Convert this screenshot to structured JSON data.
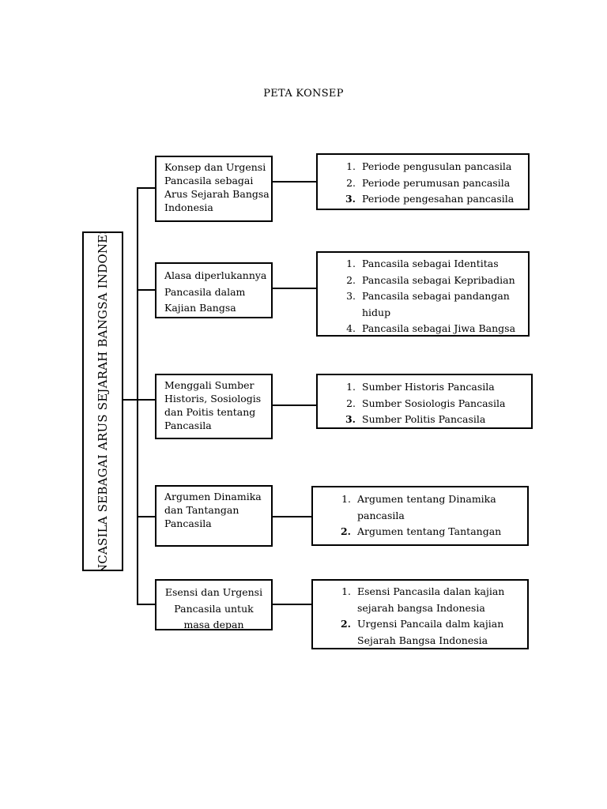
{
  "title": "PETA KONSEP",
  "root": "PANCASILA SEBAGAI ARUS SEJARAH BANGSA INDONESIA",
  "topics": [
    {
      "label": "Konsep dan Urgensi Pancasila sebagai Arus Sejarah Bangsa Indonesia",
      "items": [
        {
          "num": "1.",
          "text": "Periode pengusulan pancasila"
        },
        {
          "num": "2.",
          "text": "Periode perumusan pancasila"
        },
        {
          "num": "3.",
          "text": "Periode pengesahan pancasila"
        }
      ]
    },
    {
      "label": "Alasa diperlukannya Pancasila dalam Kajian Bangsa",
      "items": [
        {
          "num": "1.",
          "text": "Pancasila sebagai Identitas"
        },
        {
          "num": "2.",
          "text": "Pancasila sebagai Kepribadian"
        },
        {
          "num": "3.",
          "text": "Pancasila sebagai pandangan hidup"
        },
        {
          "num": "4.",
          "text": "Pancasila sebagai Jiwa Bangsa"
        }
      ]
    },
    {
      "label": "Menggali Sumber Historis, Sosiologis dan Poitis tentang Pancasila",
      "items": [
        {
          "num": "1.",
          "text": "Sumber Historis Pancasila"
        },
        {
          "num": "2.",
          "text": "Sumber Sosiologis Pancasila"
        },
        {
          "num": "3.",
          "text": "Sumber Politis Pancasila"
        }
      ]
    },
    {
      "label": "Argumen Dinamika dan Tantangan Pancasila",
      "items": [
        {
          "num": "1.",
          "text": "Argumen tentang Dinamika pancasila"
        },
        {
          "num": "2.",
          "text": "Argumen tentang Tantangan"
        }
      ]
    },
    {
      "label": "Esensi dan Urgensi Pancasila untuk masa depan",
      "items": [
        {
          "num": "1.",
          "text": "Esensi Pancasila dalan kajian sejarah bangsa Indonesia"
        },
        {
          "num": "2.",
          "text": "Urgensi Pancaila dalm kajian Sejarah Bangsa Indonesia"
        }
      ]
    }
  ]
}
